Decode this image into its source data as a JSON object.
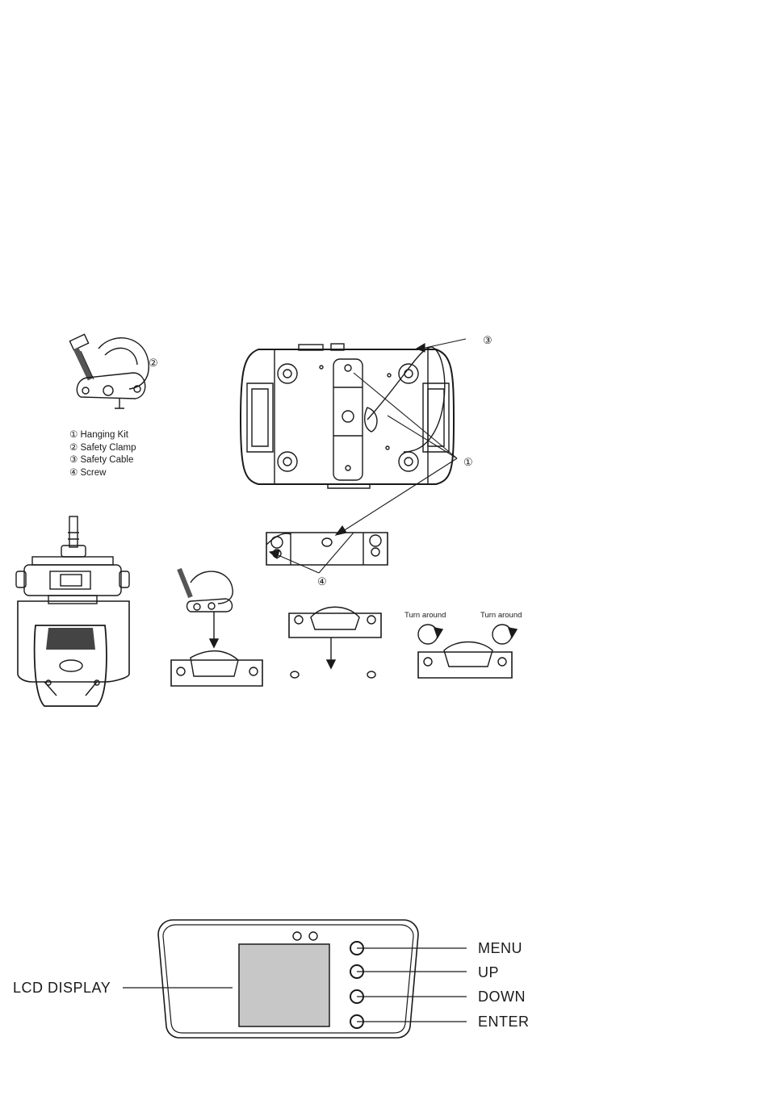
{
  "hanging": {
    "legend": [
      "① Hanging Kit",
      "② Safety Clamp",
      "③ Safety Cable",
      "④ Screw"
    ],
    "callouts": {
      "one": "①",
      "two": "②",
      "three": "③",
      "four": "④"
    },
    "turn_left": "Turn around",
    "turn_right": "Turn around"
  },
  "panel": {
    "lcd_label": "LCD DISPLAY",
    "buttons": [
      "MENU",
      "UP",
      "DOWN",
      "ENTER"
    ],
    "lcd_color": "#c7c7c7"
  }
}
